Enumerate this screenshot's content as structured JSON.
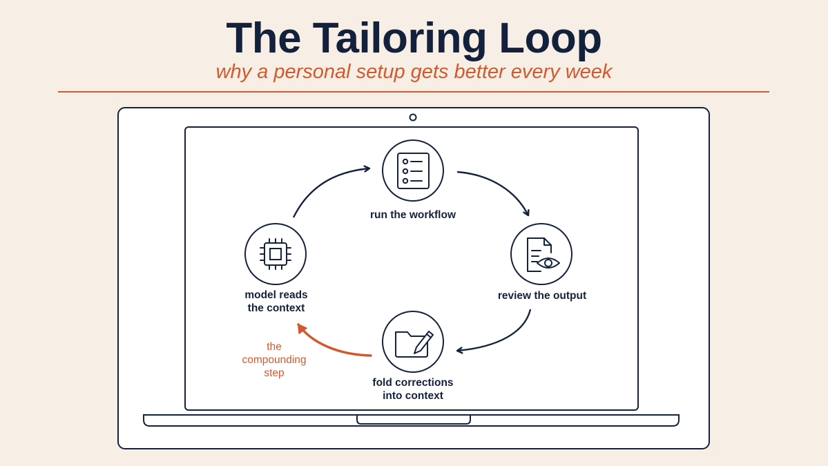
{
  "header": {
    "title": "The Tailoring Loop",
    "subtitle": "why a personal setup gets better every week"
  },
  "loop": {
    "steps": [
      {
        "label": "run the workflow",
        "icon": "checklist-icon"
      },
      {
        "label": "review the output",
        "icon": "document-eye-icon"
      },
      {
        "label": "fold corrections\ninto context",
        "icon": "folder-pencil-icon"
      },
      {
        "label": "model reads\nthe context",
        "icon": "chip-icon"
      }
    ],
    "compounding_label": "the\ncompounding\nstep"
  },
  "colors": {
    "ink": "#14213d",
    "accent": "#d05a2e",
    "background": "#f7efe6",
    "screen": "#ffffff"
  }
}
